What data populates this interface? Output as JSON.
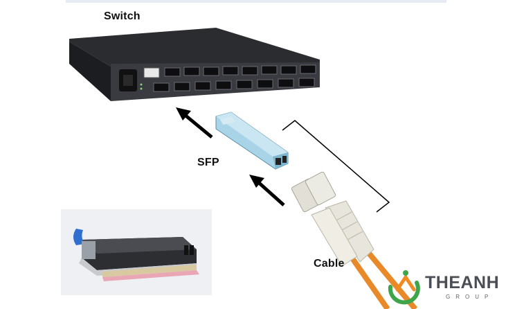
{
  "labels": {
    "switch": "Switch",
    "sfp": "SFP",
    "cable": "Cable"
  },
  "brand": {
    "name": "THEANH",
    "sub": "GROUP"
  },
  "colors": {
    "switch_body": "#2f3034",
    "sfp_body": "#9ccbe0",
    "cable_orange": "#e8892a",
    "connector_beige": "#e8e6dc",
    "brand_green": "#3fa54a",
    "brand_orange": "#f08a22"
  }
}
